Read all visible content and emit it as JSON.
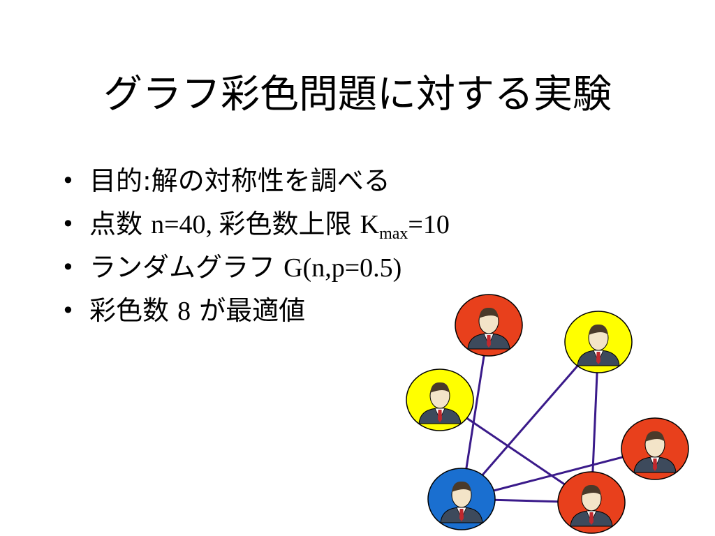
{
  "slide": {
    "title": "グラフ彩色問題に対する実験",
    "bullets": [
      {
        "jp": "目的:解の対称性を調べる"
      },
      {
        "jp1": "点数 ",
        "n": "n=40",
        "sep": ", ",
        "jp2": "彩色数上限 ",
        "k": "K",
        "k_sub": "max",
        "k_val": "=10"
      },
      {
        "jp": "ランダムグラフ ",
        "g": "G(n,p=0.5)"
      },
      {
        "jp1": "彩色数 ",
        "num": "8",
        "jp2": " が最適値"
      }
    ],
    "bullet_symbol": "•"
  },
  "graph": {
    "colors": {
      "red": "#e8401c",
      "yellow": "#ffff00",
      "blue": "#1a6fd0",
      "edge": "#3a1a8a"
    },
    "nodes": [
      {
        "id": "top",
        "fill": "red"
      },
      {
        "id": "upper-right",
        "fill": "yellow"
      },
      {
        "id": "left",
        "fill": "yellow"
      },
      {
        "id": "right",
        "fill": "red"
      },
      {
        "id": "bottom-left",
        "fill": "blue"
      },
      {
        "id": "bottom-right",
        "fill": "red"
      }
    ],
    "edges": [
      [
        "top",
        "bottom-left"
      ],
      [
        "upper-right",
        "bottom-left"
      ],
      [
        "upper-right",
        "bottom-right"
      ],
      [
        "left",
        "bottom-right"
      ],
      [
        "right",
        "bottom-left"
      ],
      [
        "bottom-left",
        "bottom-right"
      ]
    ]
  }
}
